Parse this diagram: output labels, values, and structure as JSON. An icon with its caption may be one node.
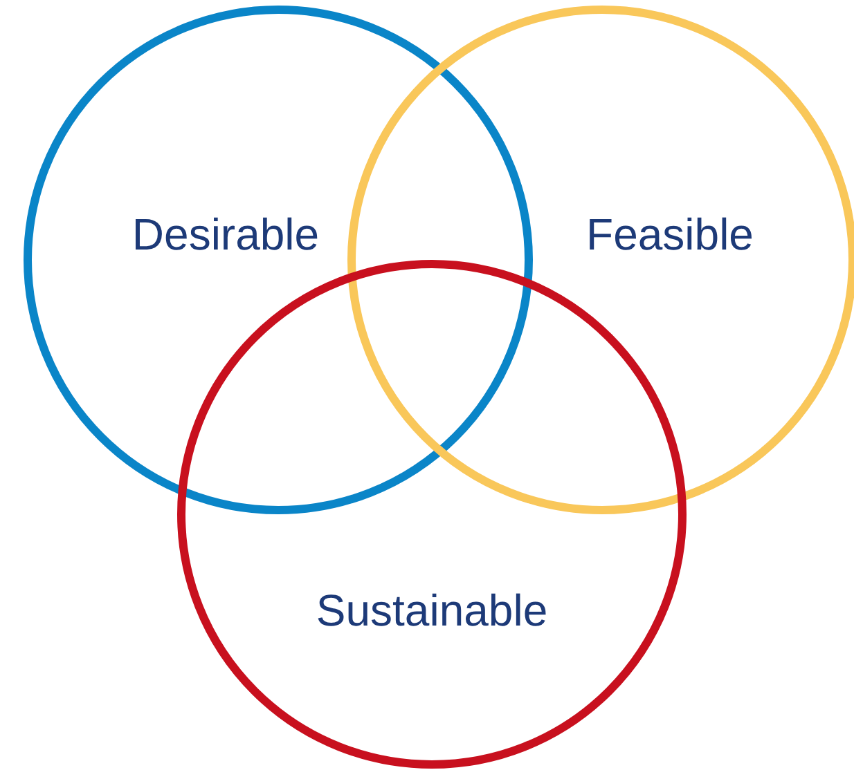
{
  "diagram": {
    "nodes": [
      {
        "text": [
          "Desirable"
        ]
      },
      {
        "text": [
          "Feasible"
        ]
      },
      {
        "text": [
          "Sustainable"
        ]
      }
    ]
  }
}
